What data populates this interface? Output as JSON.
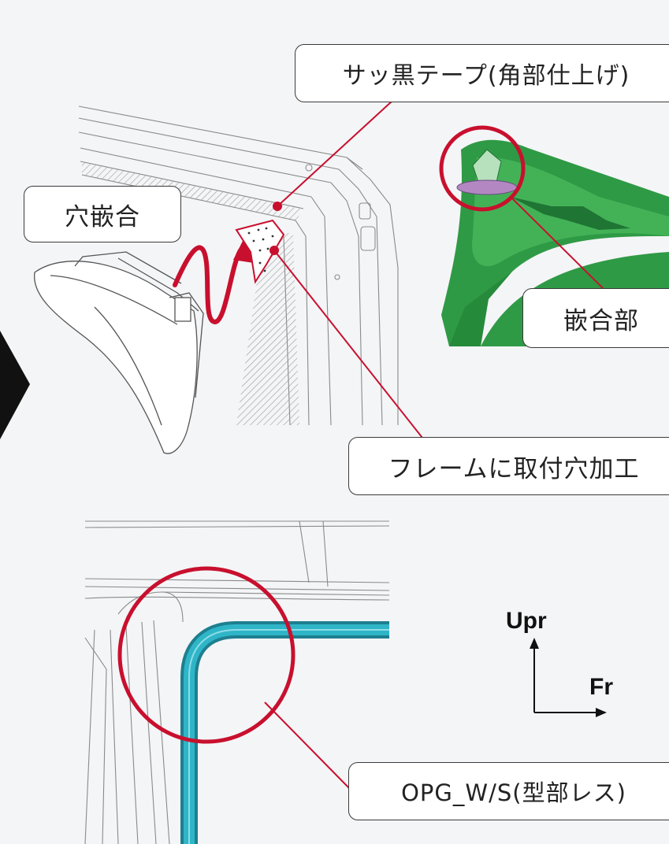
{
  "colors": {
    "accent_red": "#c8102e",
    "part_green": "#2f9a45",
    "seal_teal": "#2aa5b8",
    "outline": "#3a3a3a",
    "background": "#f4f5f7"
  },
  "callouts": {
    "tape": "サッ黒テープ(角部仕上げ)",
    "hole_fit": "穴嵌合",
    "fit_part": "嵌合部",
    "frame_hole": "フレームに取付穴加工",
    "opg_ws": "OPG_W/S(型部レス)"
  },
  "axes": {
    "up": "Upr",
    "front": "Fr"
  },
  "icons": {
    "arrow_left": "chevron-right-icon",
    "install_arrow": "wavy-arrow-icon"
  }
}
